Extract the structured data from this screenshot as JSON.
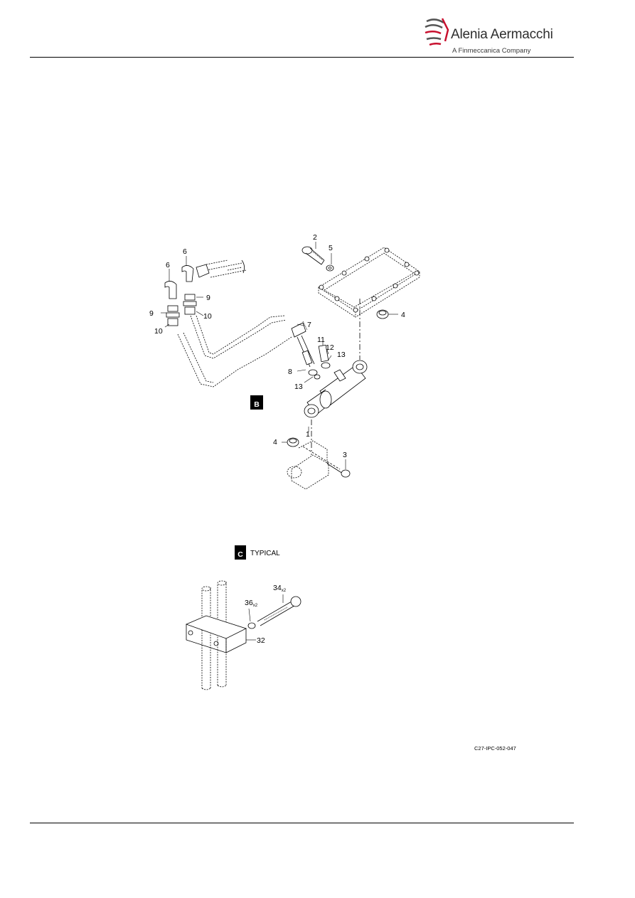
{
  "header": {
    "brand_name": "Alenia Aermacchi",
    "brand_sub": "A Finmeccanica Company",
    "brand_colors": {
      "red": "#c8102e",
      "gray": "#555555"
    }
  },
  "figure": {
    "ref_code": "C27-IPC-052-047",
    "view_b": {
      "letter": "B"
    },
    "view_c": {
      "letter": "C",
      "caption": "TYPICAL"
    },
    "callouts_b": [
      {
        "id": "c2",
        "text": "2"
      },
      {
        "id": "c5",
        "text": "5"
      },
      {
        "id": "c6a",
        "text": "6"
      },
      {
        "id": "c6b",
        "text": "6"
      },
      {
        "id": "c9a",
        "text": "9"
      },
      {
        "id": "c9b",
        "text": "9"
      },
      {
        "id": "c10a",
        "text": "10"
      },
      {
        "id": "c10b",
        "text": "10"
      },
      {
        "id": "c4a",
        "text": "4"
      },
      {
        "id": "c7",
        "text": "7"
      },
      {
        "id": "c11",
        "text": "11"
      },
      {
        "id": "c12",
        "text": "12"
      },
      {
        "id": "c13a",
        "text": "13"
      },
      {
        "id": "c13b",
        "text": "13"
      },
      {
        "id": "c8",
        "text": "8"
      },
      {
        "id": "c1",
        "text": "1"
      },
      {
        "id": "c4b",
        "text": "4"
      },
      {
        "id": "c3",
        "text": "3"
      }
    ],
    "callouts_c": [
      {
        "id": "c34",
        "text": "34",
        "qty": "x2"
      },
      {
        "id": "c36",
        "text": "36",
        "qty": "x2"
      },
      {
        "id": "c32",
        "text": "32"
      }
    ]
  }
}
